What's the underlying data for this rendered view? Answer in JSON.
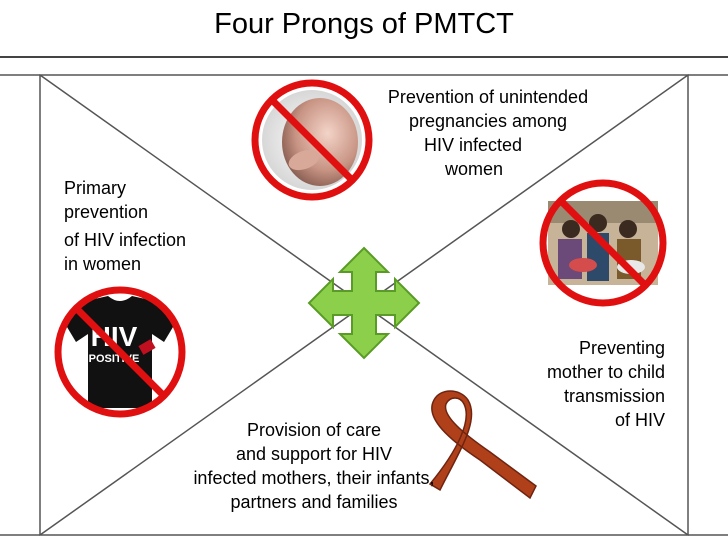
{
  "title": "Four Prongs of PMTCT",
  "prongs": {
    "top": [
      "Prevention of unintended",
      "pregnancies among",
      "HIV infected",
      "women"
    ],
    "left": [
      "Primary",
      "prevention",
      "of HIV infection",
      "in women"
    ],
    "right": [
      "Preventing",
      "mother to child",
      "transmission",
      "of HIV"
    ],
    "bottom": [
      "Provision of care",
      "and support for HIV",
      "infected mothers, their infants,",
      "partners and families"
    ]
  },
  "shirt_text": {
    "line1": "HIV",
    "line2": "POSITIVE"
  },
  "colors": {
    "frame": "#555555",
    "prohibition_red": "#e01010",
    "arrow_fill": "#8ccf4a",
    "arrow_stroke": "#5a9a26",
    "ribbon": "#b0401a"
  },
  "icons": [
    "pregnant-belly-icon",
    "mother-infant-group-icon",
    "hiv-tshirt-icon",
    "awareness-ribbon-icon",
    "four-way-arrow-icon"
  ]
}
